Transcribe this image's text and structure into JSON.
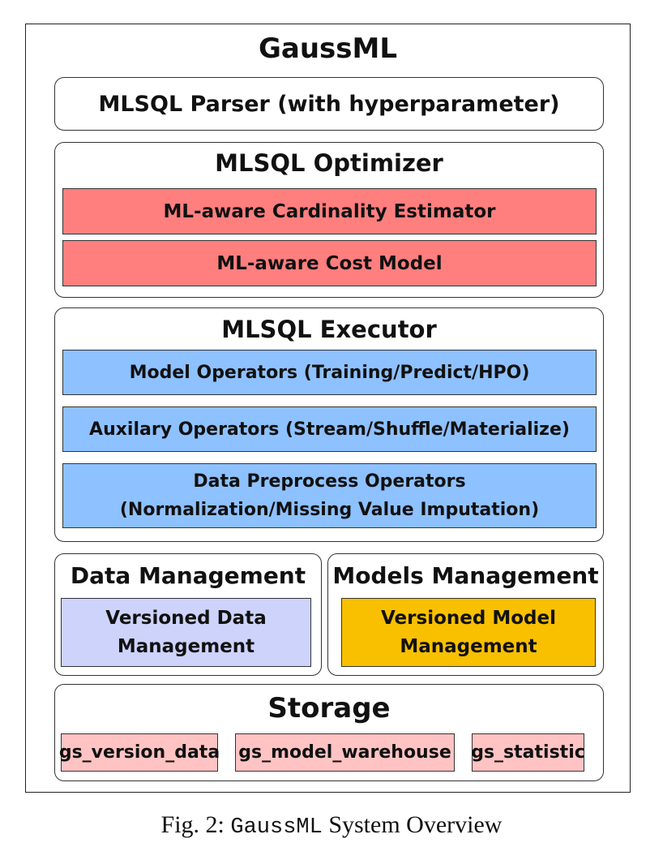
{
  "system": {
    "title": "GaussML"
  },
  "parser": {
    "label": "MLSQL Parser (with hyperparameter)"
  },
  "optimizer": {
    "title": "MLSQL Optimizer",
    "components": [
      "ML-aware Cardinality Estimator",
      "ML-aware Cost Model"
    ],
    "color": "#ff7f7f"
  },
  "executor": {
    "title": "MLSQL Executor",
    "components": [
      "Model Operators (Training/Predict/HPO)",
      "Auxilary Operators (Stream/Shuffle/Materialize)",
      "Data Preprocess Operators",
      "(Normalization/Missing Value Imputation)"
    ],
    "color": "#8ec1ff"
  },
  "data_management": {
    "title": "Data Management",
    "box_line1": "Versioned Data",
    "box_line2": "Management",
    "color": "#cdd3fb"
  },
  "models_management": {
    "title": "Models Management",
    "box_line1": "Versioned Model",
    "box_line2": "Management",
    "color": "#f9c000"
  },
  "storage": {
    "title": "Storage",
    "tables": [
      "gs_version_data",
      "gs_model_warehouse",
      "gs_statistic"
    ],
    "color": "#ffc3c3"
  },
  "caption": {
    "prefix": "Fig. 2:",
    "system_name": "GaussML",
    "suffix": "System Overview"
  }
}
